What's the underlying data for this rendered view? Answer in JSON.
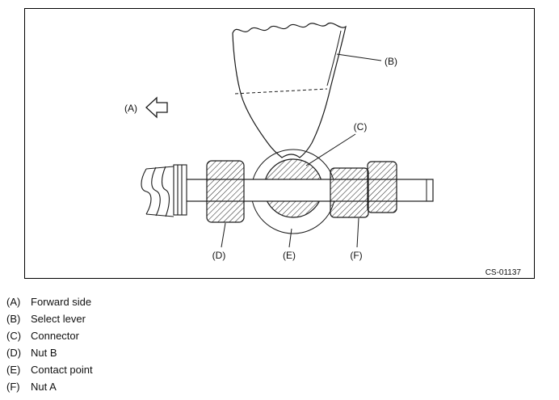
{
  "figure": {
    "code": "CS-01137",
    "labels": {
      "a": "(A)",
      "b": "(B)",
      "c": "(C)",
      "d": "(D)",
      "e": "(E)",
      "f": "(F)"
    }
  },
  "legend": {
    "items": [
      {
        "key": "(A)",
        "label": "Forward side"
      },
      {
        "key": "(B)",
        "label": "Select lever"
      },
      {
        "key": "(C)",
        "label": "Connector"
      },
      {
        "key": "(D)",
        "label": "Nut B"
      },
      {
        "key": "(E)",
        "label": "Contact point"
      },
      {
        "key": "(F)",
        "label": "Nut A"
      }
    ]
  }
}
